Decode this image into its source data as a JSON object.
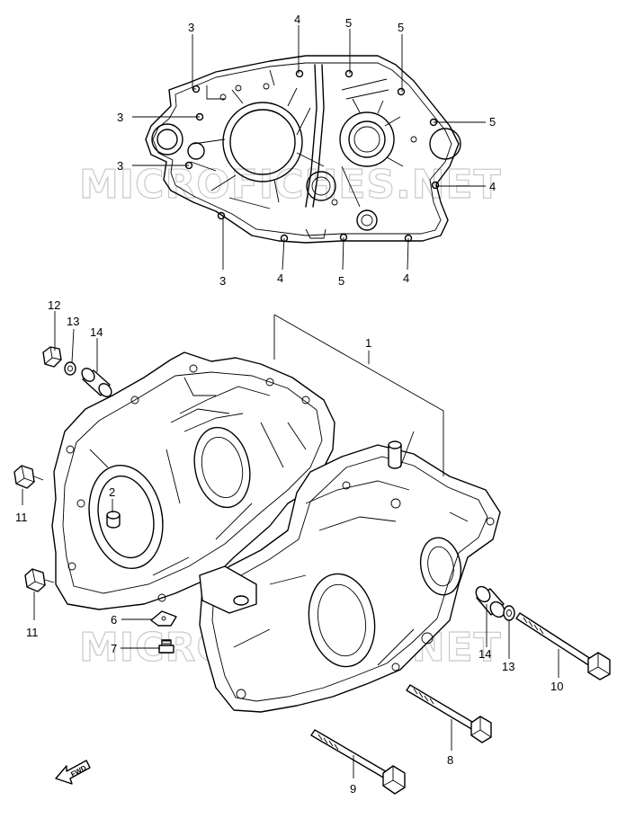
{
  "watermark": "MICROFICHES.NET",
  "fwd_label": "FWD",
  "callouts": {
    "top_3a": "3",
    "top_4a": "4",
    "top_5a": "5",
    "top_5b": "5",
    "top_3b": "3",
    "top_5c": "5",
    "top_3c": "3",
    "top_4b": "4",
    "top_3d": "3",
    "top_4c": "4",
    "top_5d": "5",
    "top_4d": "4",
    "p1": "1",
    "p2": "2",
    "p6": "6",
    "p7": "7",
    "p8": "8",
    "p9": "9",
    "p10": "10",
    "p11a": "11",
    "p11b": "11",
    "p12": "12",
    "p13a": "13",
    "p13b": "13",
    "p14a": "14",
    "p14b": "14"
  }
}
